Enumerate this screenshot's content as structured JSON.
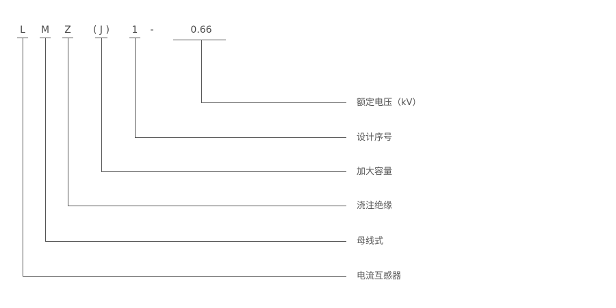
{
  "diagram": {
    "name": "current-transformer-model-designation",
    "code": {
      "separator": "-",
      "segments": [
        {
          "char": "L",
          "label": "电流互感器"
        },
        {
          "char": "M",
          "label": "母线式"
        },
        {
          "char": "Z",
          "label": "浇注绝缘"
        },
        {
          "char": "( J )",
          "label": "加大容量"
        },
        {
          "char": "1",
          "label": "设计序号"
        },
        {
          "char": "0.66",
          "label": "额定电压（kV）"
        }
      ]
    },
    "colors": {
      "background": "#ffffff",
      "line": "#555555",
      "text": "#4a4a4a"
    }
  }
}
